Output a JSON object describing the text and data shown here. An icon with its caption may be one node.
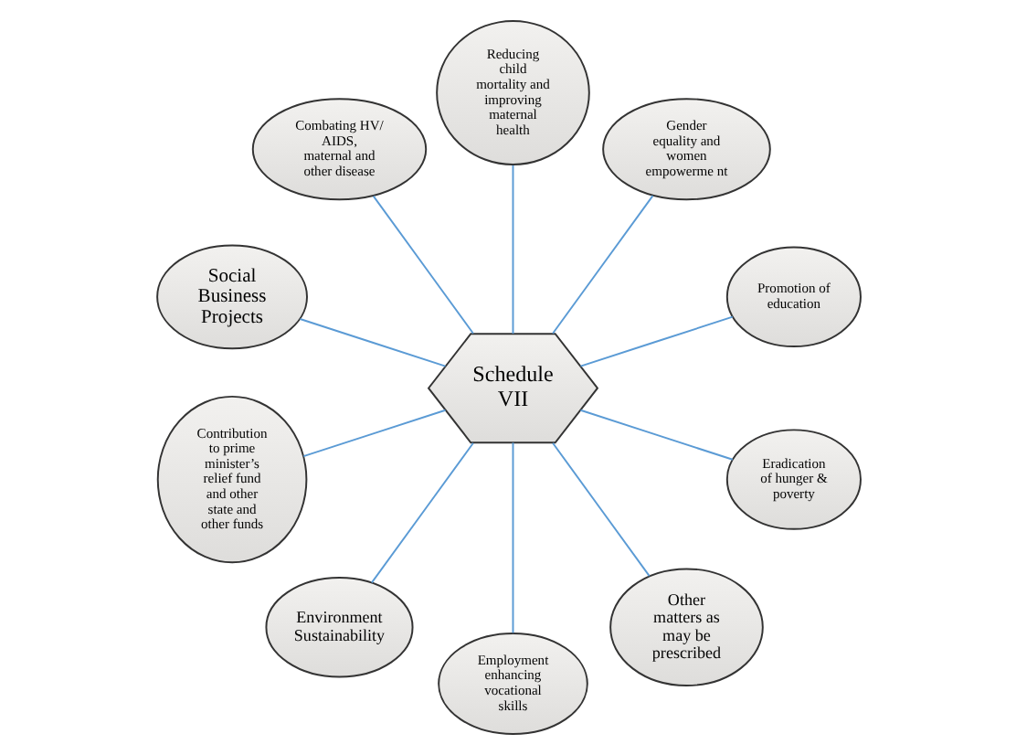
{
  "diagram": {
    "nodes": [
      {
        "text": [
          "Schedule VII"
        ]
      },
      {
        "text": [
          "Promotion of education"
        ]
      },
      {
        "text": [
          "Gender equality and women empowerme nt"
        ]
      },
      {
        "text": [
          "Reducing child mortality and improving maternal health"
        ]
      },
      {
        "text": [
          "Combating HV/ AIDS, maternal and other disease"
        ]
      },
      {
        "text": [
          "Social Business Projects"
        ]
      },
      {
        "text": [
          "Contribution to prime minister’s relief fund and other state and other funds"
        ]
      },
      {
        "text": [
          "Environment Sustainability"
        ]
      },
      {
        "text": [
          "Employment enhancing vocational skills"
        ]
      },
      {
        "text": [
          "Other matters as may be prescribed"
        ]
      },
      {
        "text": [
          "Eradication of hunger & poverty"
        ]
      }
    ],
    "edges": [
      {
        "from": 0,
        "to": 1,
        "arrow": "none"
      },
      {
        "from": 0,
        "to": 2,
        "arrow": "none"
      },
      {
        "from": 0,
        "to": 3,
        "arrow": "none"
      },
      {
        "from": 0,
        "to": 4,
        "arrow": "none"
      },
      {
        "from": 0,
        "to": 5,
        "arrow": "none"
      },
      {
        "from": 0,
        "to": 6,
        "arrow": "none"
      },
      {
        "from": 0,
        "to": 7,
        "arrow": "none"
      },
      {
        "from": 0,
        "to": 8,
        "arrow": "none"
      },
      {
        "from": 0,
        "to": 9,
        "arrow": "none"
      },
      {
        "from": 0,
        "to": 10,
        "arrow": "none"
      }
    ]
  }
}
